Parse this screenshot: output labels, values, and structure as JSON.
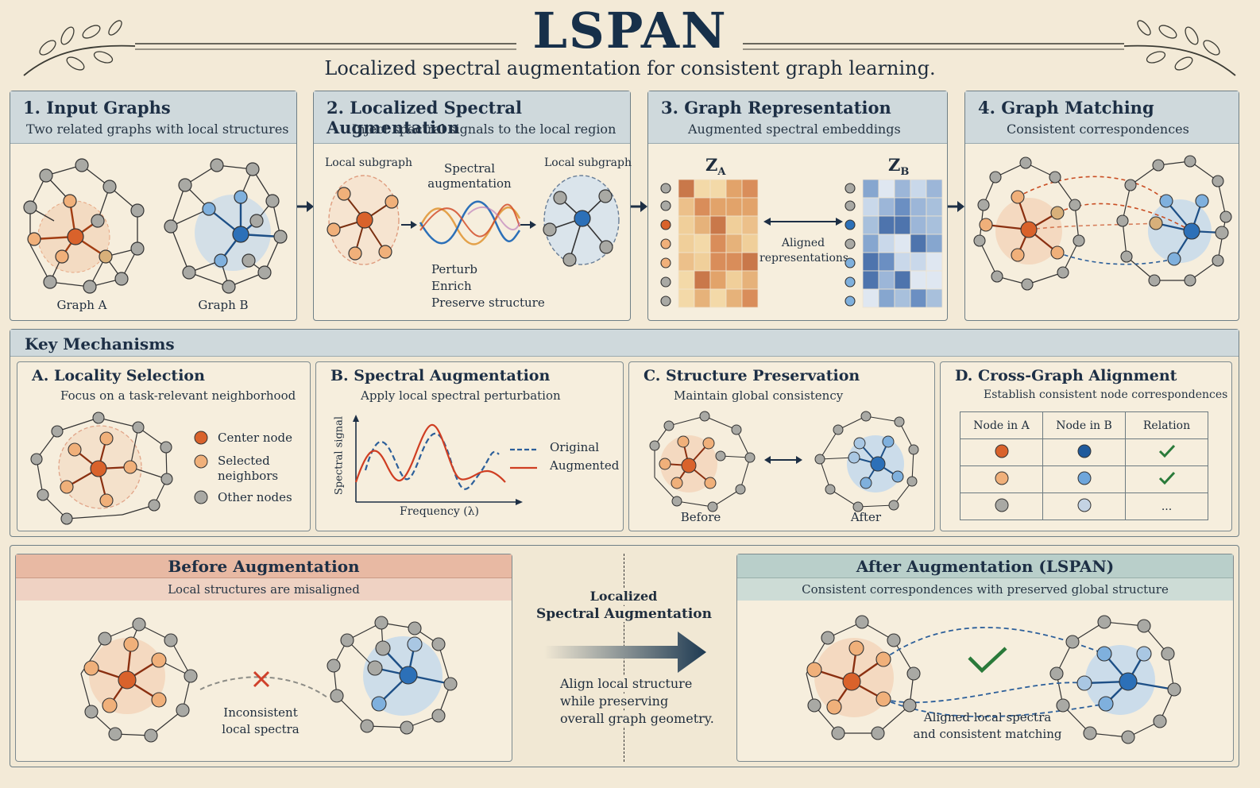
{
  "header": {
    "title": "LSPAN",
    "subtitle": "Localized spectral augmentation for consistent graph learning."
  },
  "steps": [
    {
      "title": "1.  Input Graphs",
      "subtitle": "Two related graphs with local structures",
      "labels": [
        "Graph A",
        "Graph B"
      ]
    },
    {
      "title": "2.  Localized Spectral Augmentation",
      "subtitle": "Inject spectral signals to the local region",
      "labels": [
        "Local subgraph",
        "Spectral",
        "augmentation",
        "Local subgraph",
        "Perturb",
        "Enrich",
        "Preserve structure"
      ]
    },
    {
      "title": "3.  Graph Representation",
      "subtitle": "Augmented spectral embeddings",
      "za": "Z",
      "za_sub": "A",
      "zb": "Z",
      "zb_sub": "B",
      "labels": [
        "Aligned",
        "representations"
      ]
    },
    {
      "title": "4.  Graph Matching",
      "subtitle": "Consistent correspondences"
    }
  ],
  "mechanisms": {
    "heading": "Key Mechanisms",
    "items": [
      {
        "title": "A.  Locality Selection",
        "subtitle": "Focus on a task-relevant neighborhood",
        "legend": [
          "Center node",
          "Selected",
          "neighbors",
          "Other nodes"
        ]
      },
      {
        "title": "B.  Spectral Augmentation",
        "subtitle": "Apply local spectral perturbation",
        "ylabel": "Spectral signal",
        "xlabel": "Frequency (λ)",
        "legend": [
          "Original",
          "Augmented"
        ]
      },
      {
        "title": "C.  Structure Preservation",
        "subtitle": "Maintain global consistency",
        "labels": [
          "Before",
          "After"
        ]
      },
      {
        "title": "D.  Cross-Graph Alignment",
        "subtitle": "Establish consistent node correspondences",
        "table_headers": [
          "Node in A",
          "Node in B",
          "Relation"
        ],
        "ellipsis": "..."
      }
    ]
  },
  "comparison": {
    "before": {
      "title": "Before Augmentation",
      "subtitle": "Local structures are misaligned",
      "note": [
        "Inconsistent",
        "local spectra"
      ]
    },
    "middle": {
      "title": [
        "Localized",
        "Spectral Augmentation"
      ],
      "desc": [
        "Align local structure",
        "while preserving",
        "overall graph geometry."
      ]
    },
    "after": {
      "title": "After Augmentation (LSPAN)",
      "subtitle": "Consistent correspondences with preserved global structure",
      "note": [
        "Aligned local spectra",
        "and consistent matching"
      ]
    }
  },
  "colors": {
    "center_orange": "#d9622b",
    "neighbor_orange": "#f0b07a",
    "other_gray": "#a9a9a4",
    "center_blue": "#2c70b8",
    "neighbor_blue": "#7fb0dd",
    "header_teal": "#cfd9dc",
    "before_band": "#e9b8a2",
    "after_band": "#bcd1cc"
  }
}
